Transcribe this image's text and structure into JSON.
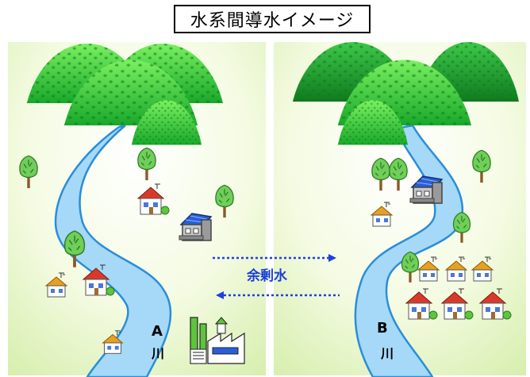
{
  "title": "水系間導水イメージ",
  "transfer_label": "余剰水",
  "river_a": {
    "letter": "A",
    "kanji": "川"
  },
  "river_b": {
    "letter": "B",
    "kanji": "川"
  },
  "colors": {
    "panel_bg": "#eaf7cc",
    "river": "#a6d8f8",
    "river_edge": "#2a8ed8",
    "mountain_light": "#5cde4a",
    "mountain_dark": "#1f9a2a",
    "arrow": "#1f3fe0",
    "roof_red": "#d83a2a",
    "roof_orange": "#e8a020",
    "roof_blue": "#2a5ed8"
  },
  "icons": [
    "mountain-icon",
    "tree-icon",
    "house-icon",
    "factory-icon",
    "solar-house-icon"
  ]
}
